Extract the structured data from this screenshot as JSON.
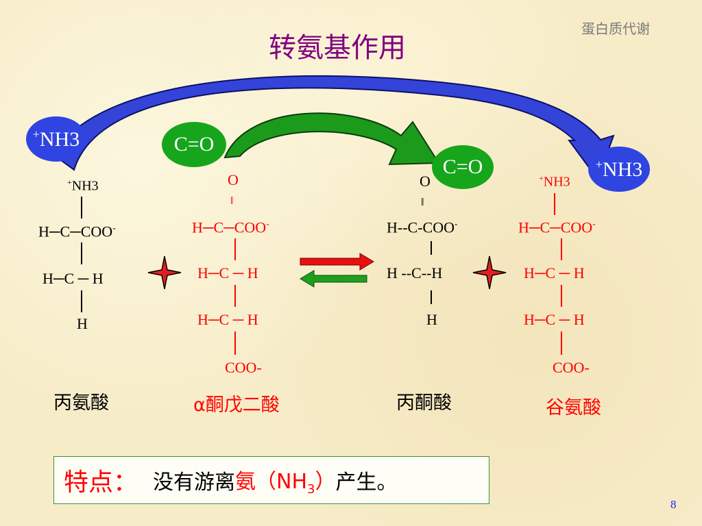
{
  "header": {
    "corner_label": "蛋白质代谢",
    "title": "转氨基作用",
    "page_number": "8"
  },
  "badges": {
    "nh3_left": "NH3",
    "nh3_right": "NH3",
    "co_left": "C=O",
    "co_right": "C=O",
    "plus": "+"
  },
  "alanine": {
    "top": "NH3",
    "top_plus": "+",
    "row1": "H─C─COO",
    "row1_charge": "-",
    "row2": "H─C ─ H",
    "row3": "H",
    "name": "丙氨酸"
  },
  "ketoglutarate": {
    "o": "O",
    "dbl": "‖",
    "row1": "H─C─COO",
    "row1_charge": "-",
    "row2": "H─C ─ H",
    "row3": "H─C ─ H",
    "row4": "COO-",
    "name": "α酮戊二酸"
  },
  "pyruvate": {
    "o": "O",
    "dbl": "‖",
    "row1": "H--C-COO",
    "row1_charge": "-",
    "row2": "H --C--H",
    "row3": "H",
    "name": "丙酮酸"
  },
  "glutamate": {
    "top": "NH3",
    "top_plus": "+",
    "row1": "H─C─COO",
    "row1_charge": "-",
    "row2": "H─C ─ H",
    "row3": "H─C ─ H",
    "row4": "COO-",
    "name": "谷氨酸"
  },
  "note": {
    "lead": "特点：",
    "text1": "没有游离",
    "highlight": "氨（NH",
    "sub": "3",
    "close": "）",
    "text2": "产生。"
  },
  "colors": {
    "title": "#800080",
    "red": "#ff0000",
    "blue": "#2f44e0",
    "green": "#17a51c"
  }
}
